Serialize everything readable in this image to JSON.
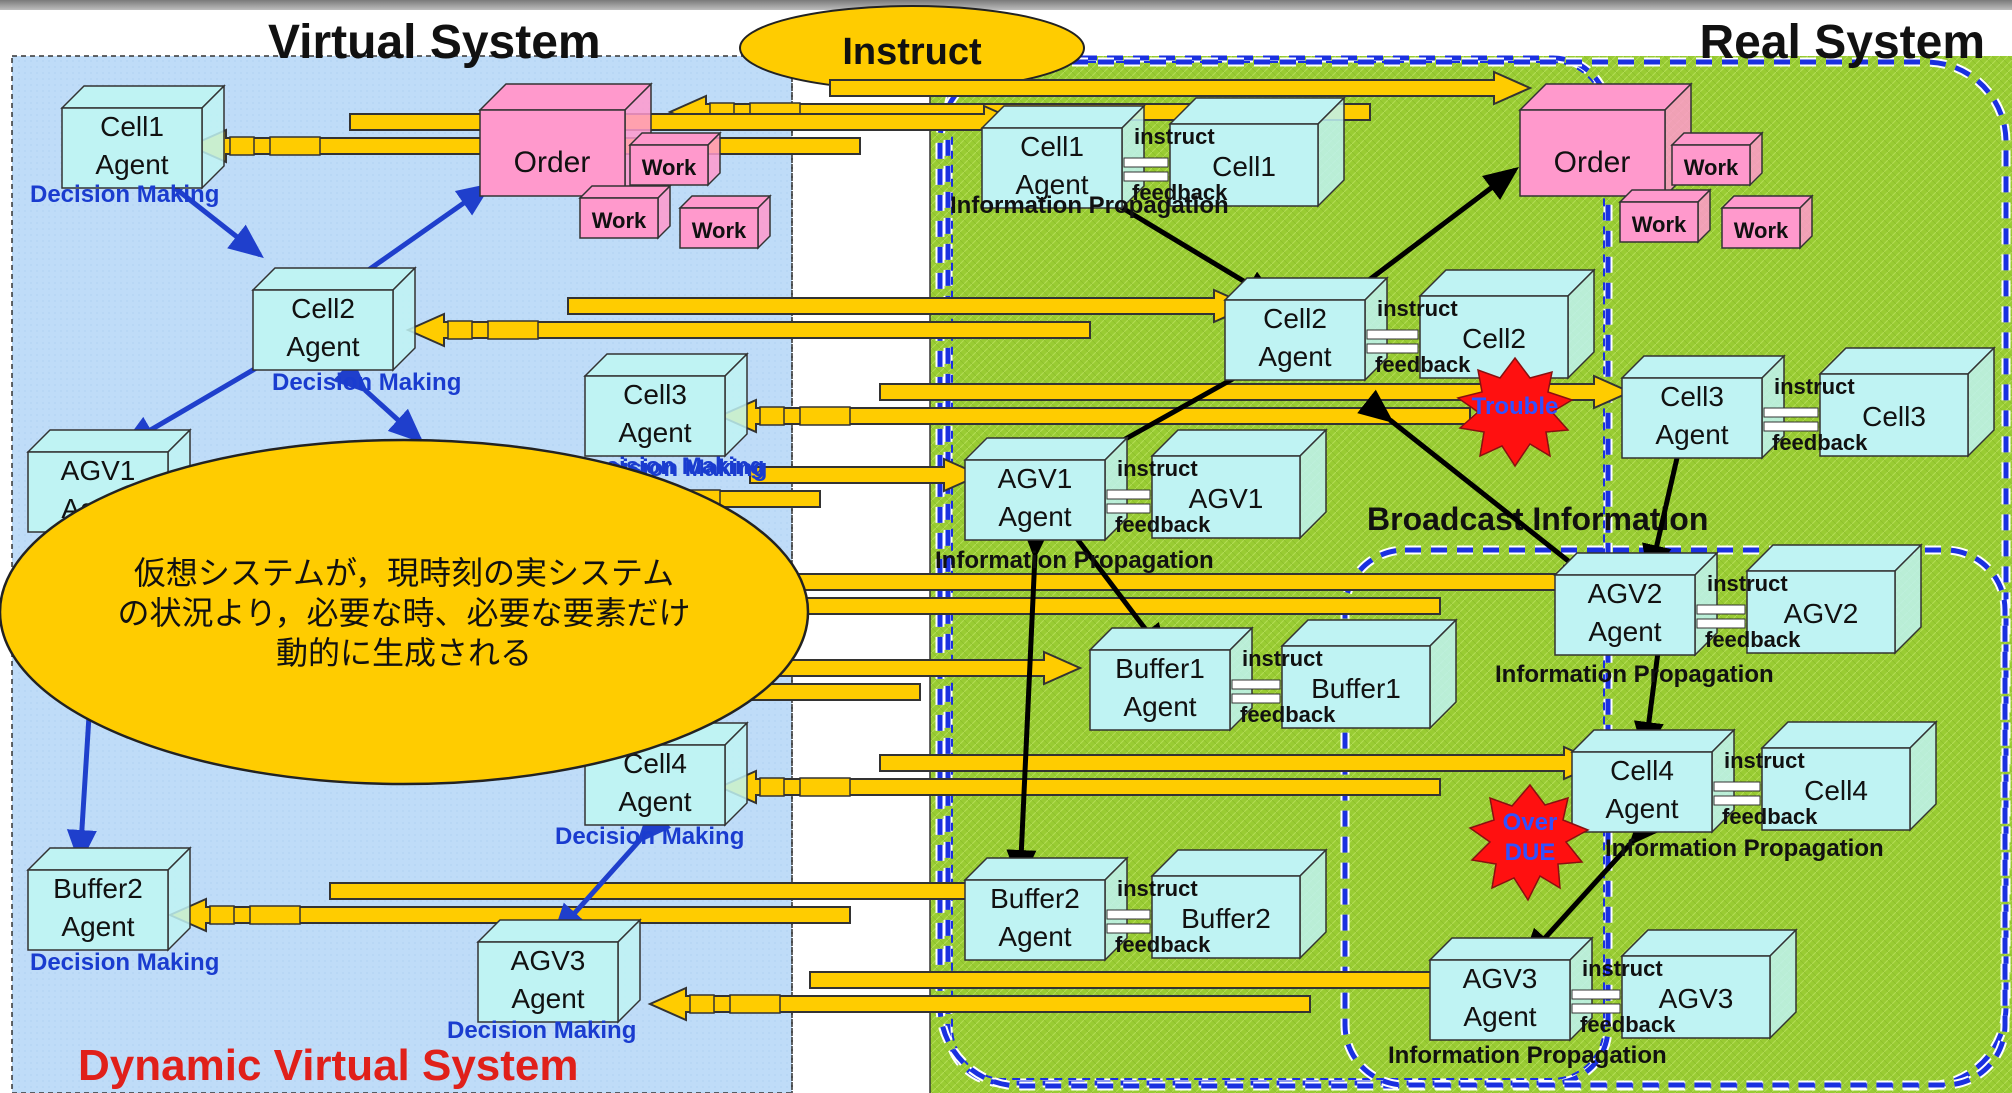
{
  "titles": {
    "virtual": "Virtual System",
    "real": "Real System",
    "instruct": "Instruct",
    "dynamic": "Dynamic Virtual System",
    "broadcast": "Broadcast Information"
  },
  "callout": {
    "line1": "仮想システムが，現時刻の実システム",
    "line2": "の状況より，必要な時、必要な要素だけ",
    "line3": "動的に生成される"
  },
  "common": {
    "agent": "Agent",
    "decision": "Decision Making",
    "info": "Information Propagation",
    "instruct": "instruct",
    "feedback": "feedback",
    "order": "Order",
    "work": "Work"
  },
  "virtual_agents": [
    "Cell1",
    "Cell2",
    "Cell3",
    "AGV1",
    "Cell4",
    "Buffer2",
    "AGV3"
  ],
  "real_agents": [
    "Cell1",
    "Cell2",
    "AGV1",
    "Buffer1",
    "Buffer2",
    "Cell3",
    "AGV2",
    "Cell4",
    "AGV3"
  ],
  "events": {
    "trouble": "Trouble",
    "over_due_1": "Over",
    "over_due_2": "DUE"
  },
  "colors": {
    "virtual_bg": "#bfdcf8",
    "real_bg": "#99cc33",
    "box_fill": "#bff3f3",
    "order_fill": "#ff99cc",
    "arrow_fill": "#ffcc00",
    "blue_arrow": "#1f3fcc",
    "dashed_blue": "#1a30e0",
    "title_red": "#e0201a",
    "label_blue": "#1a3ccf",
    "star_red": "#ff1010"
  }
}
